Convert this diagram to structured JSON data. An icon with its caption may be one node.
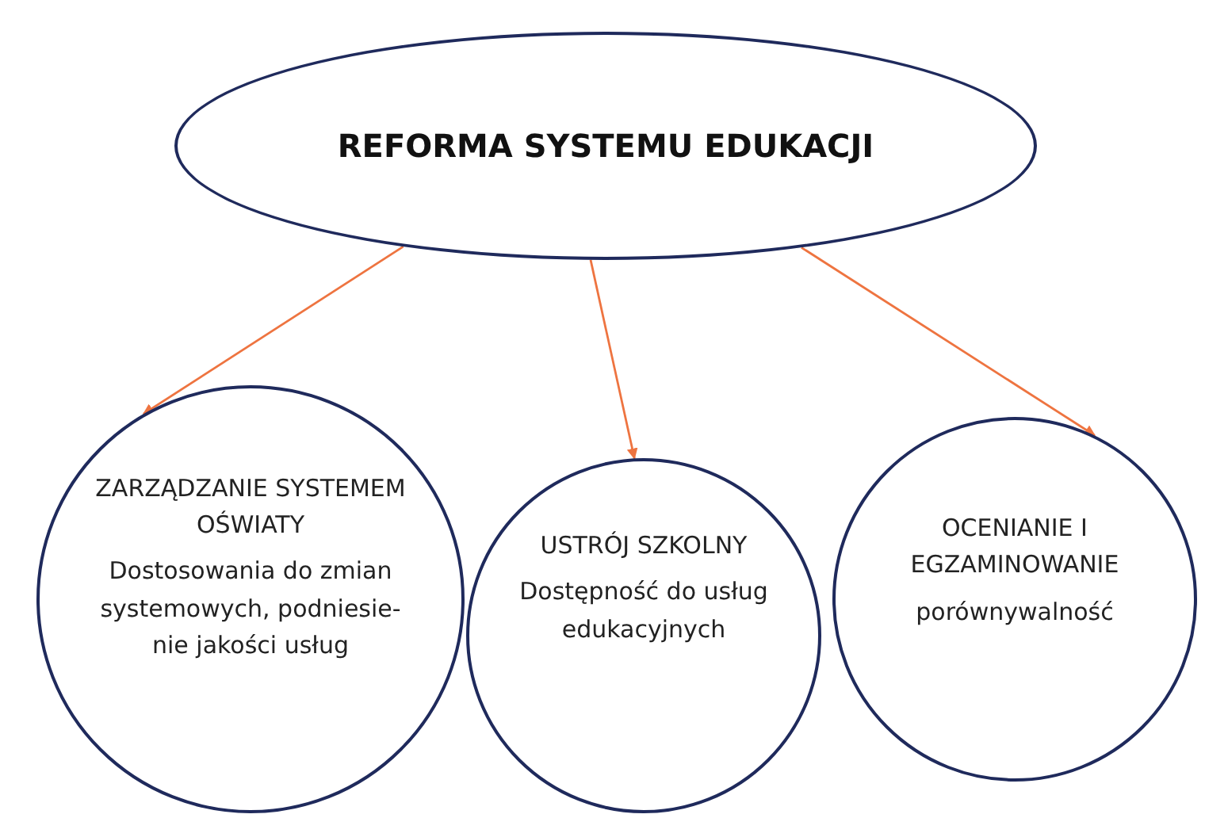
{
  "diagram": {
    "nodes": [
      {
        "text": [
          "REFORMA SYSTEMU EDUKACJI"
        ]
      },
      {
        "text": [
          "ZARZĄDZANIE SYSTEMEM OŚWIATY",
          "Dostosowania do zmian systemowych, podniesie-nie jakości usług"
        ]
      },
      {
        "text": [
          "USTRÓJ SZKOLNY",
          "Dostępność do usług edukacyjnych"
        ]
      },
      {
        "text": [
          "OCENIANIE I EGZAMINOWANIE",
          "porównywalność"
        ]
      }
    ],
    "edges": [
      {
        "from": 0,
        "to": 1,
        "arrow": "to"
      },
      {
        "from": 0,
        "to": 2,
        "arrow": "to"
      },
      {
        "from": 0,
        "to": 3,
        "arrow": "to"
      }
    ]
  }
}
